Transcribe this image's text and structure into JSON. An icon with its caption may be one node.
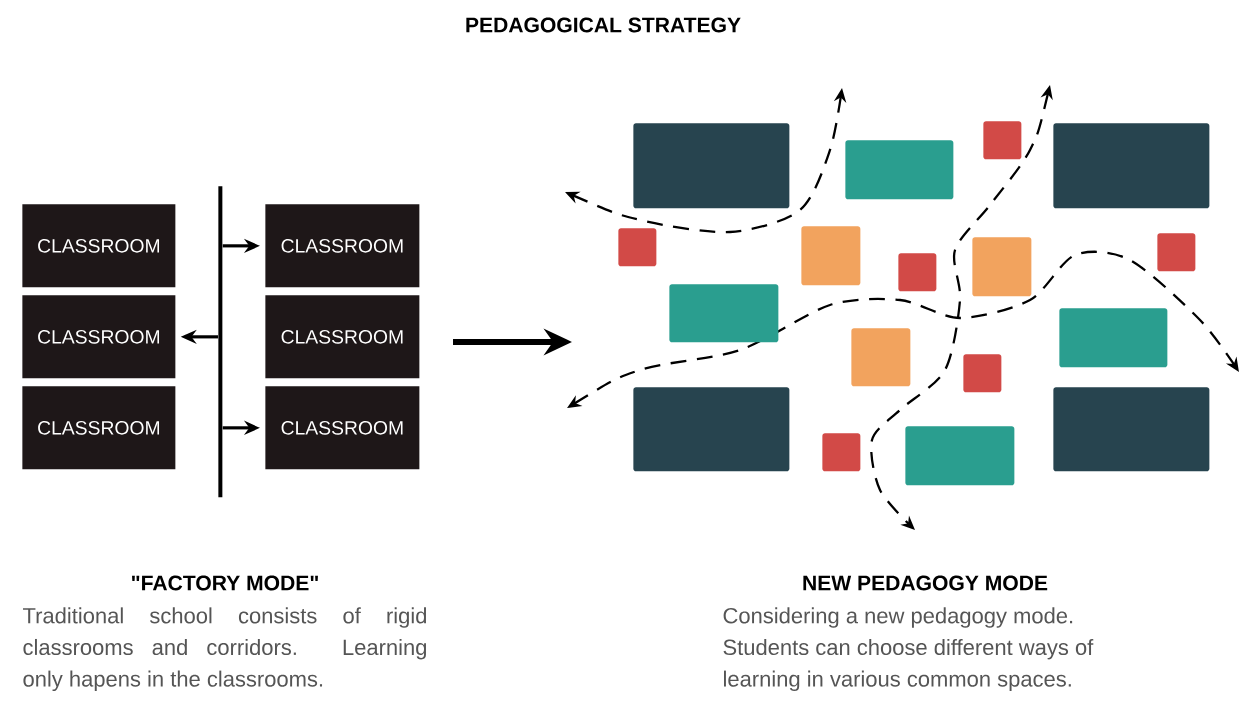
{
  "diagram": {
    "title": "PEDAGOGICAL STRATEGY",
    "nodes": [
      {
        "text": [
          "CLASSROOM"
        ]
      },
      {
        "text": [
          "CLASSROOM"
        ]
      },
      {
        "text": [
          "CLASSROOM"
        ]
      },
      {
        "text": [
          "CLASSROOM"
        ]
      },
      {
        "text": [
          "CLASSROOM"
        ]
      },
      {
        "text": [
          "CLASSROOM"
        ]
      },
      {
        "text": [],
        "shape": "bar"
      },
      {
        "text": [],
        "shape": "box"
      },
      {
        "text": [],
        "shape": "box"
      },
      {
        "text": [],
        "shape": "box"
      },
      {
        "text": [],
        "shape": "box"
      },
      {
        "text": [],
        "shape": "box"
      },
      {
        "text": [],
        "shape": "box"
      },
      {
        "text": [],
        "shape": "box"
      },
      {
        "text": [],
        "shape": "box"
      },
      {
        "text": [],
        "shape": "box"
      },
      {
        "text": [],
        "shape": "box"
      },
      {
        "text": [],
        "shape": "box"
      },
      {
        "text": [],
        "shape": "box"
      },
      {
        "text": [],
        "shape": "box"
      },
      {
        "text": [],
        "shape": "box"
      },
      {
        "text": [],
        "shape": "box"
      },
      {
        "text": [],
        "shape": "box"
      },
      {
        "text": [],
        "shape": "box"
      }
    ],
    "edges": [
      {
        "from": 6,
        "to": 1,
        "arrow": "to"
      },
      {
        "from": 6,
        "to": 2,
        "arrow": "to"
      },
      {
        "from": 6,
        "to": 5,
        "arrow": "to"
      }
    ],
    "labels": [
      "\"FACTORY MODE\"",
      "Traditional school consists of rigid classrooms and corridors. Learning only hapens in the classrooms.",
      "NEW PEDAGOGY MODE",
      "Considering a new pedagogy mode. Students can choose different ways of learning in various common spaces."
    ]
  }
}
